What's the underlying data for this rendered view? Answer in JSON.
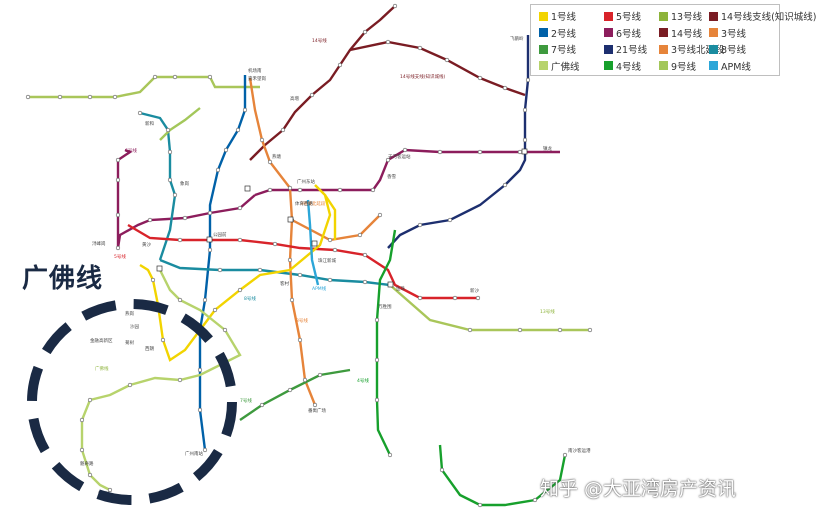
{
  "legend": [
    {
      "label": "1号线",
      "color": "#f2d400"
    },
    {
      "label": "5号线",
      "color": "#d8232a"
    },
    {
      "label": "13号线",
      "color": "#8db33a"
    },
    {
      "label": "14号线支线(知识城线)",
      "color": "#7a1c23"
    },
    {
      "label": "2号线",
      "color": "#0061a8"
    },
    {
      "label": "6号线",
      "color": "#8c1d5c"
    },
    {
      "label": "14号线",
      "color": "#7a1c23"
    },
    {
      "label": "3号线",
      "color": "#e6843a"
    },
    {
      "label": "7号线",
      "color": "#3e9a3e"
    },
    {
      "label": "21号线",
      "color": "#1d2f6f"
    },
    {
      "label": "3号线北延段",
      "color": "#e6843a"
    },
    {
      "label": "8号线",
      "color": "#1a8ca0"
    },
    {
      "label": "广佛线",
      "color": "#b7d36c"
    },
    {
      "label": "4号线",
      "color": "#17a02c"
    },
    {
      "label": "9号线",
      "color": "#a3c75a"
    },
    {
      "label": "APM线",
      "color": "#2ca6d8"
    }
  ],
  "highlight_title": "广佛线",
  "watermark": "知乎 @大亚湾房产资讯",
  "line_labels": {
    "l14": "14号线",
    "l14b": "14号线支线(知识城线)",
    "l6": "6号线",
    "l5": "5号线",
    "l8": "8号线",
    "l3": "3号线",
    "l4": "4号线",
    "l7": "7号线",
    "l13": "13号线",
    "l3b": "3号线北延段",
    "lgf": "广佛线",
    "lapm": "APM线",
    "l9": "9号线",
    "l2": "2号线"
  },
  "stations": {
    "s1": "嘉禾望岗",
    "s2": "体育西路",
    "s3": "公园前",
    "s4": "珠江新城",
    "s5": "客村",
    "s6": "万胜围",
    "s7": "燕塘",
    "s8": "天河客运站",
    "s9": "西朗",
    "s10": "广州南站",
    "s11": "镇龙",
    "s12": "飞鹅岭",
    "s13": "高增",
    "s14": "机场南",
    "s15": "番禺广场",
    "s16": "黄沙",
    "s17": "魁奇路",
    "s18": "新城东",
    "s19": "燕岗",
    "s20": "沙园",
    "s21": "菊树",
    "s22": "金融高新区",
    "s23": "新和",
    "s24": "象岗",
    "s25": "浔峰岗",
    "s26": "香雪",
    "s27": "鱼珠",
    "s28": "新沙",
    "s29": "南沙客运港",
    "s30": "广州东站"
  }
}
